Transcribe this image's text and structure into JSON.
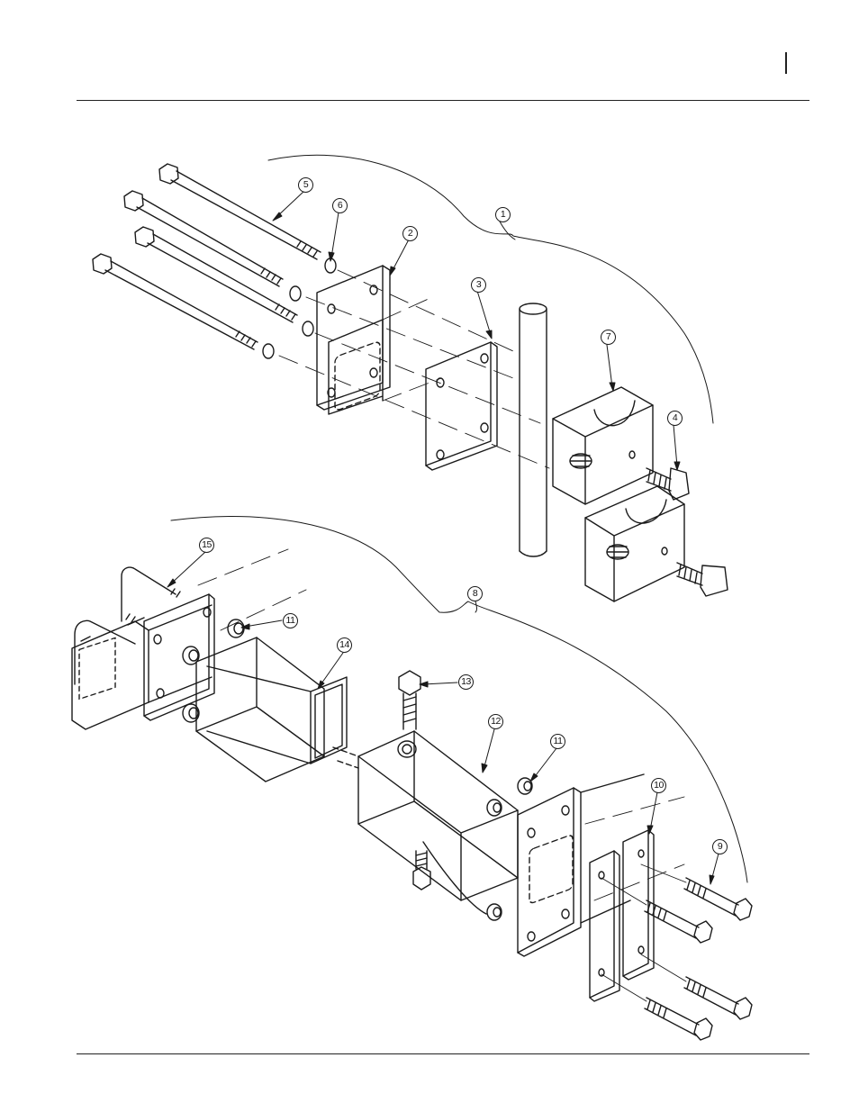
{
  "callouts": [
    {
      "id": "c1",
      "label": "1",
      "part": "mount-assembly-1"
    },
    {
      "id": "c2",
      "label": "2",
      "part": "front-plate"
    },
    {
      "id": "c3",
      "label": "3",
      "part": "rear-plate"
    },
    {
      "id": "c4",
      "label": "4",
      "part": "square-head-bolt"
    },
    {
      "id": "c5",
      "label": "5",
      "part": "long-bolt"
    },
    {
      "id": "c6",
      "label": "6",
      "part": "lock-washer"
    },
    {
      "id": "c7",
      "label": "7",
      "part": "saddle-clamp"
    },
    {
      "id": "c8",
      "label": "8",
      "part": "mount-assembly-8"
    },
    {
      "id": "c9",
      "label": "9",
      "part": "hex-bolt"
    },
    {
      "id": "c10",
      "label": "10",
      "part": "clamp-plate"
    },
    {
      "id": "c11a",
      "label": "11",
      "part": "flange-nut"
    },
    {
      "id": "c11b",
      "label": "11",
      "part": "flange-nut"
    },
    {
      "id": "c12",
      "label": "12",
      "part": "extension-tube"
    },
    {
      "id": "c13",
      "label": "13",
      "part": "cap-screw"
    },
    {
      "id": "c14",
      "label": "14",
      "part": "square-tube"
    },
    {
      "id": "c15",
      "label": "15",
      "part": "u-bolt"
    }
  ]
}
